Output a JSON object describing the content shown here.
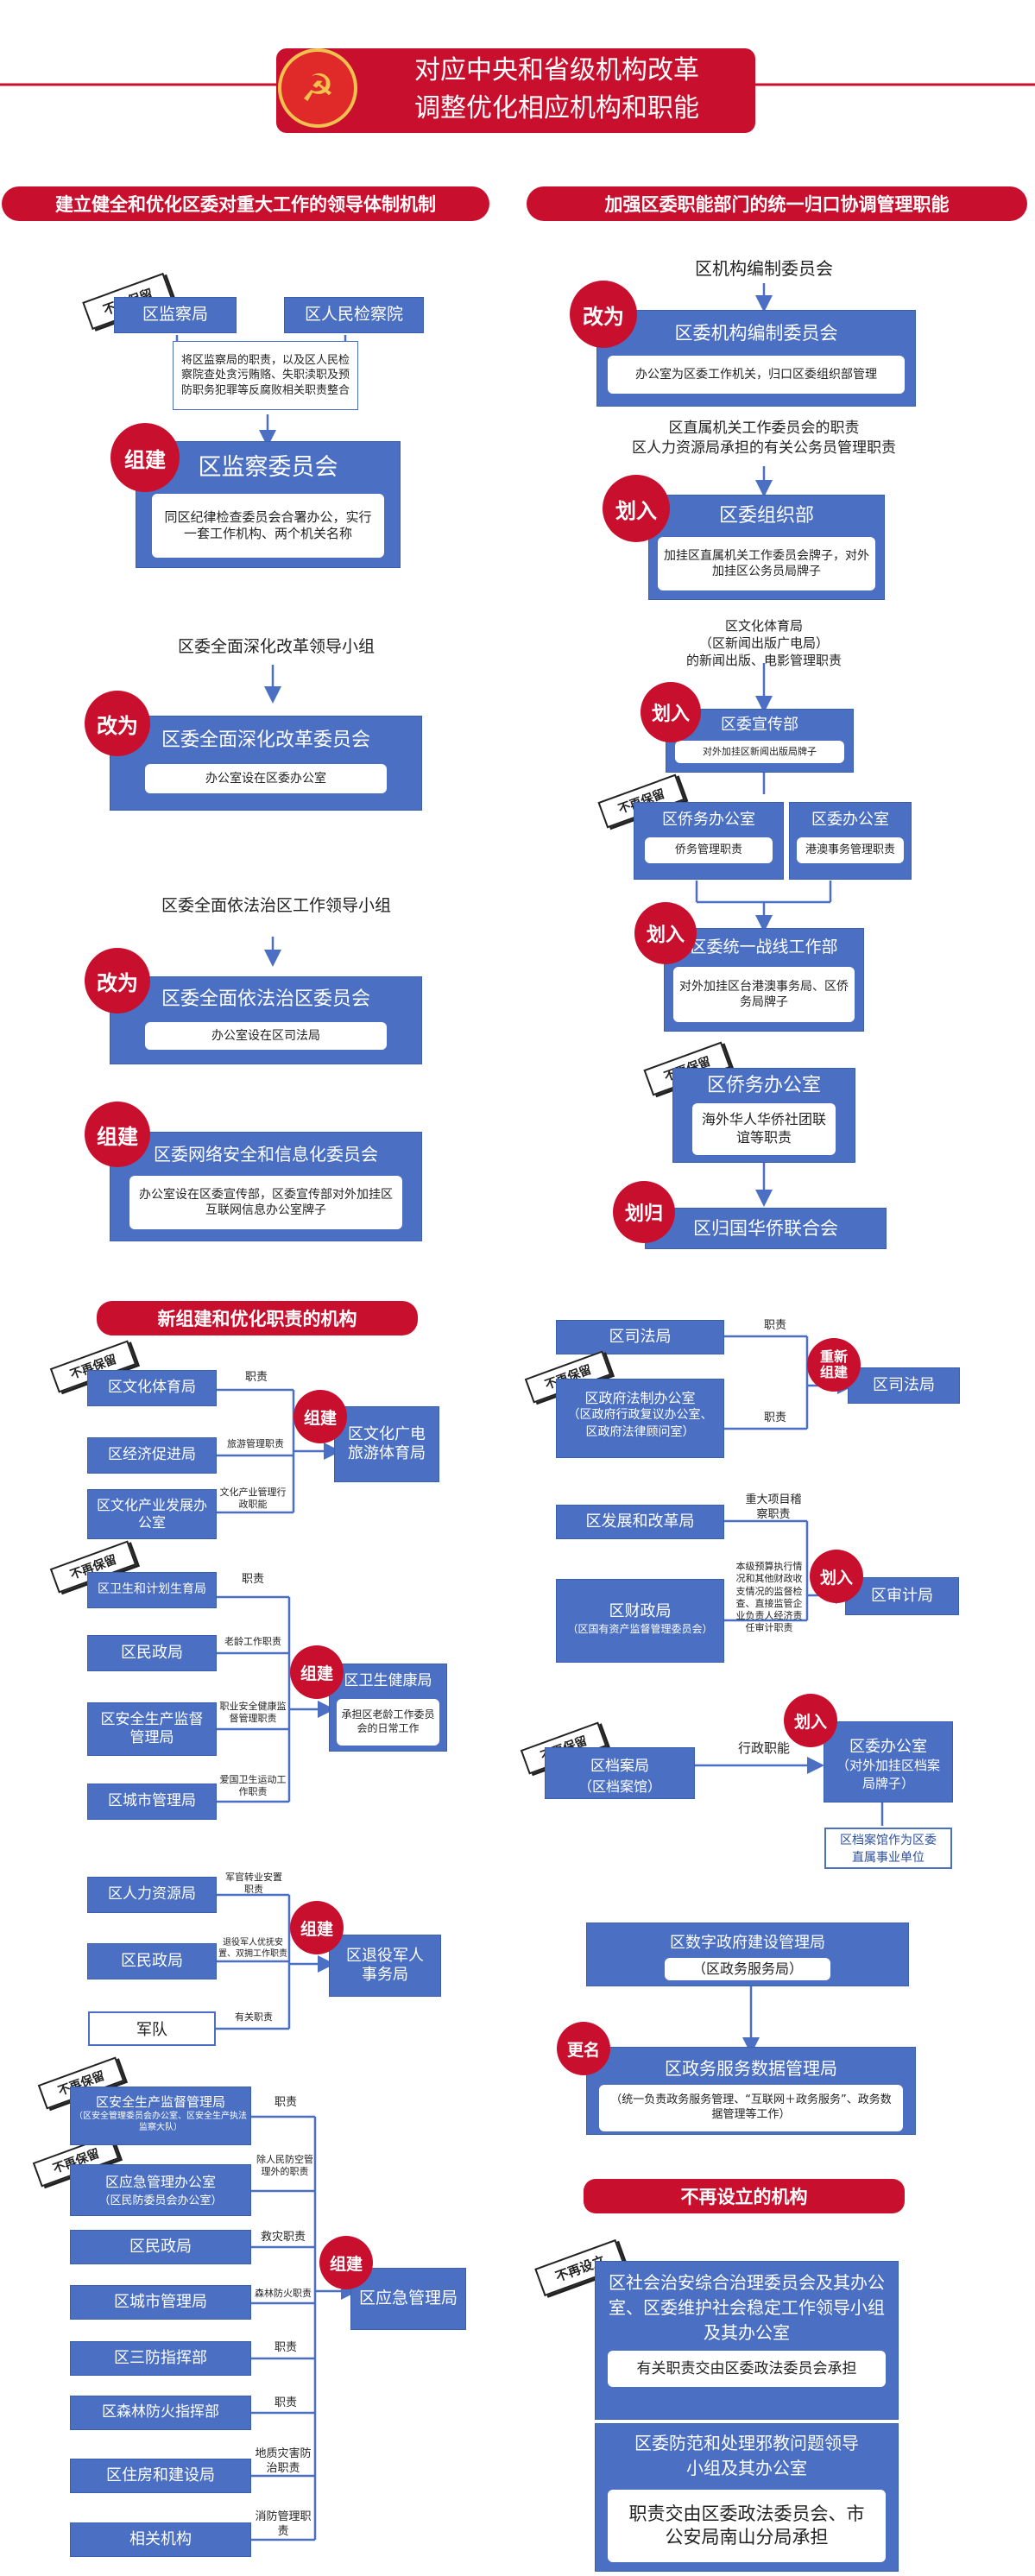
{
  "header": {
    "title_line1": "对应中央和省级机构改革",
    "title_line2": "调整优化相应机构和职能"
  },
  "left_col": {
    "section_title": "建立健全和优化区委对重大工作的领导体制机制",
    "jiancha": {
      "a": "区监察局",
      "b": "区人民检察院",
      "note": "将区监察局的职责，以及区人民检察院查处贪污贿赂、失职渎职及预防职务犯罪等反腐败相关职责整合",
      "stamp": "不再保留",
      "badge": "组建",
      "title": "区监察委员会",
      "desc": "同区纪律检查委员会合署办公，实行一套工作机构、两个机关名称"
    },
    "gaige": {
      "top": "区委全面深化改革领导小组",
      "badge": "改为",
      "title": "区委全面深化改革委员会",
      "desc": "办公室设在区委办公室"
    },
    "fazhi": {
      "top": "区委全面依法治区工作领导小组",
      "badge": "改为",
      "title": "区委全面依法治区委员会",
      "desc": "办公室设在区司法局"
    },
    "wangluo": {
      "badge": "组建",
      "title": "区委网络安全和信息化委员会",
      "desc": "办公室设在区委宣传部，区委宣传部对外加挂区互联网信息办公室牌子"
    }
  },
  "right_col": {
    "section_title": "加强区委职能部门的统一归口协调管理职能",
    "bianzhi": {
      "top": "区机构编制委员会",
      "badge": "改为",
      "title": "区委机构编制委员会",
      "desc": "办公室为区委工作机关，归口区委组织部管理"
    },
    "zuzhi": {
      "top": "区直属机关工作委员会的职责\n区人力资源局承担的有关公务员管理职责",
      "badge": "划入",
      "title": "区委组织部",
      "desc": "加挂区直属机关工作委员会牌子，对外加挂区公务员局牌子"
    },
    "xuanchuan": {
      "top": "区文化体育局\n（区新闻出版广电局）\n的新闻出版、电影管理职责",
      "badge": "划入",
      "title": "区委宣传部",
      "desc": "对外加挂区新闻出版局牌子"
    },
    "qiaowu": {
      "stamp": "不再保留",
      "a_title": "区侨务办公室",
      "a_desc": "侨务管理职责",
      "b_title": "区委办公室",
      "b_desc": "港澳事务管理职责"
    },
    "tongzhan": {
      "badge": "划入",
      "title": "区委统一战线工作部",
      "desc": "对外加挂区台港澳事务局、区侨务局牌子"
    },
    "qiaolian": {
      "stamp": "不再保留",
      "title": "区侨务办公室",
      "desc": "海外华人华侨社团联谊等职责",
      "badge": "划归",
      "target": "区归国华侨联合会"
    }
  },
  "sec2": {
    "title": "新组建和优化职责的机构"
  },
  "wenti": {
    "stamp": "不再保留",
    "items": [
      "区文化体育局",
      "区经济促进局",
      "区文化产业发展办公室"
    ],
    "labels": [
      "职责",
      "旅游管理职责",
      "文化产业管理行政职能"
    ],
    "badge": "组建",
    "target": "区文化广电旅游体育局"
  },
  "weijian": {
    "stamp": "不再保留",
    "items": [
      "区卫生和计划生育局",
      "区民政局",
      "区安全生产监督管理局",
      "区城市管理局"
    ],
    "labels": [
      "职责",
      "老龄工作职责",
      "职业安全健康监督管理职责",
      "爱国卫生运动工作职责"
    ],
    "badge": "组建",
    "target": "区卫生健康局",
    "target_desc": "承担区老龄工作委员会的日常工作"
  },
  "tuiyi": {
    "items": [
      "区人力资源局",
      "区民政局",
      "军队"
    ],
    "labels": [
      "军官转业安置职责",
      "退役军人优抚安置、双拥工作职责",
      "有关职责"
    ],
    "badge": "组建",
    "target": "区退役军人事务局"
  },
  "yingji": {
    "stamp": "不再保留",
    "item0_title": "区安全生产监督管理局",
    "item0_sub": "（区安全管理委员会办公室、区安全生产执法监察大队）",
    "item1_title": "区应急管理办公室",
    "item1_sub": "（区民防委员会办公室）",
    "items": [
      "区民政局",
      "区城市管理局",
      "区三防指挥部",
      "区森林防火指挥部",
      "区住房和建设局",
      "相关机构"
    ],
    "labels": [
      "职责",
      "除人民防空管理外的职责",
      "救灾职责",
      "森林防火职责",
      "职责",
      "职责",
      "地质灾害防治职责",
      "消防管理职责"
    ],
    "badge": "组建",
    "target": "区应急管理局"
  },
  "sifa": {
    "a": "区司法局",
    "b_title": "区政府法制办公室",
    "b_sub": "（区政府行政复议办公室、区政府法律顾问室）",
    "stamp": "不再保留",
    "labels": [
      "职责",
      "职责"
    ],
    "badge": "重新组建",
    "target": "区司法局"
  },
  "shenji": {
    "a": "区发展和改革局",
    "b_title": "区财政局",
    "b_sub": "（区国有资产监督管理委员会）",
    "labels": [
      "重大项目稽察职责",
      "本级预算执行情况和其他财政收支情况的监督检查、直接监管企业负责人经济责任审计职责"
    ],
    "badge": "划入",
    "target": "区审计局"
  },
  "dangan": {
    "stamp": "不再保留",
    "title": "区档案局",
    "sub": "（区档案馆）",
    "label": "行政职能",
    "badge": "划入",
    "target": "区委办公室",
    "target_sub": "（对外加挂区档案局牌子）",
    "note": "区档案馆作为区委直属事业单位"
  },
  "shuju": {
    "top": "区数字政府建设管理局",
    "top_sub": "（区政务服务局）",
    "badge": "更名",
    "title": "区政务服务数据管理局",
    "desc": "（统一负责政务服务管理、“互联网＋政务服务”、政务数据管理等工作）"
  },
  "sec3": {
    "title": "不再设立的机构"
  },
  "abolish": {
    "stamp": "不再设立",
    "b1_title": "区社会治安综合治理委员会及其办公室、区委维护社会稳定工作领导小组及其办公室",
    "b1_desc": "有关职责交由区委政法委员会承担",
    "b2_title": "区委防范和处理邪教问题领导小组及其办公室",
    "b2_desc": "职责交由区委政法委员会、市公安局南山分局承担"
  },
  "colors": {
    "red": "#c8102e",
    "blue": "#4a6fc3",
    "line": "#4a6fc3"
  },
  "icons": {
    "emblem": "party-emblem-icon",
    "arrow": "arrow-down-icon"
  }
}
